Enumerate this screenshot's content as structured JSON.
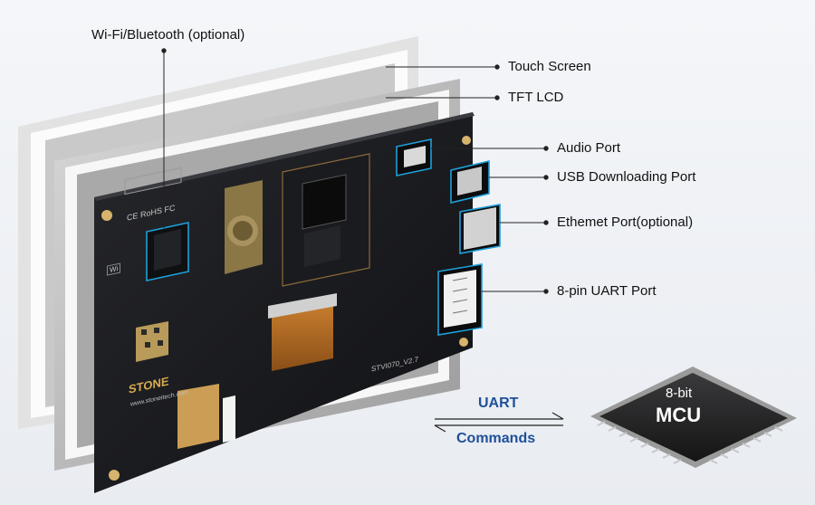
{
  "labels": {
    "wifi": "Wi-Fi/Bluetooth  (optional)",
    "touch": "Touch Screen",
    "tft": "TFT LCD",
    "audio": "Audio Port",
    "usb": "USB Downloading Port",
    "ethernet": "Ethemet Port(optional)",
    "uart_port": "8-pin UART Port"
  },
  "link": {
    "top": "UART",
    "bottom": "Commands"
  },
  "chip": {
    "line1": "8-bit",
    "line2": "MCU"
  },
  "board": {
    "brand": "STONE",
    "url": "www.stoneitech.com",
    "cert": "CE RoHS FC",
    "wifi_mark": "Wi",
    "version": "STVI070_V2.7"
  },
  "colors": {
    "highlight": "#1e9fd8",
    "pcb": "#17181b",
    "arrow_text": "#1f4f9a"
  }
}
